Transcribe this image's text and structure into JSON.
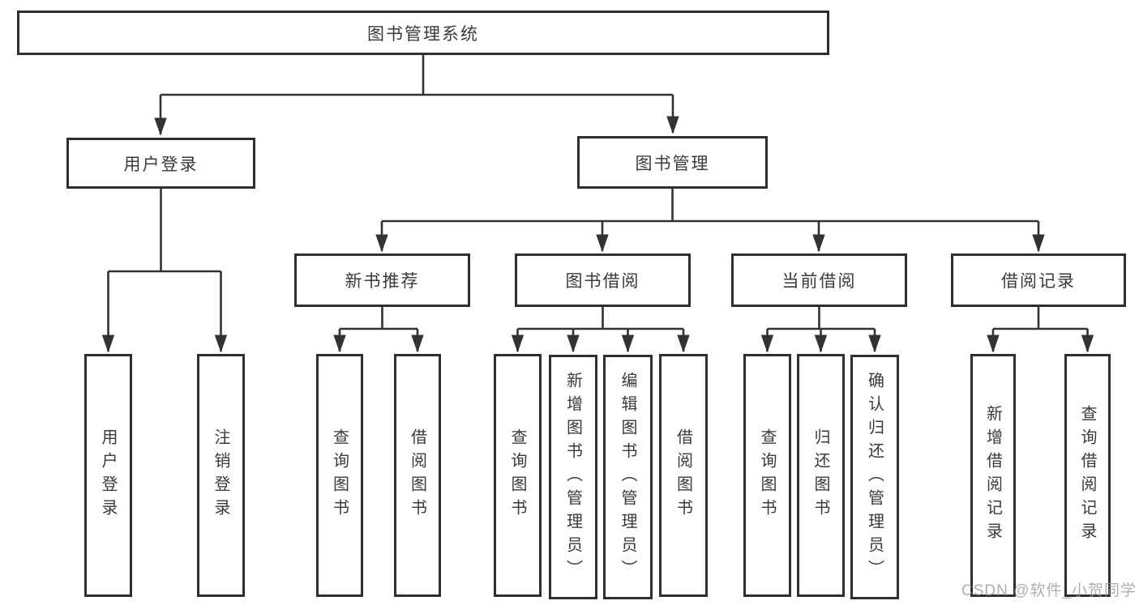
{
  "diagram_title": "图书管理系统",
  "tree": {
    "label": "图书管理系统",
    "children": [
      {
        "label": "用户登录",
        "children": [
          {
            "label": "用户登录"
          },
          {
            "label": "注销登录"
          }
        ]
      },
      {
        "label": "图书管理",
        "children": [
          {
            "label": "新书推荐",
            "children": [
              {
                "label": "查询图书"
              },
              {
                "label": "借阅图书"
              }
            ]
          },
          {
            "label": "图书借阅",
            "children": [
              {
                "label": "查询图书"
              },
              {
                "label": "新增图书（管理员）"
              },
              {
                "label": "编辑图书（管理员）"
              },
              {
                "label": "借阅图书"
              }
            ]
          },
          {
            "label": "当前借阅",
            "children": [
              {
                "label": "查询图书"
              },
              {
                "label": "归还图书"
              },
              {
                "label": "确认归还（管理员）"
              }
            ]
          },
          {
            "label": "借阅记录",
            "children": [
              {
                "label": "新增借阅记录"
              },
              {
                "label": "查询借阅记录"
              }
            ]
          }
        ]
      }
    ]
  },
  "watermark": "CSDN @软件_小贺同学",
  "colors": {
    "box_border": "#2e2e2e",
    "connector_line": "#333333",
    "text": "#3a3a3a",
    "watermark": "#9a9a9a",
    "background": "#ffffff"
  }
}
